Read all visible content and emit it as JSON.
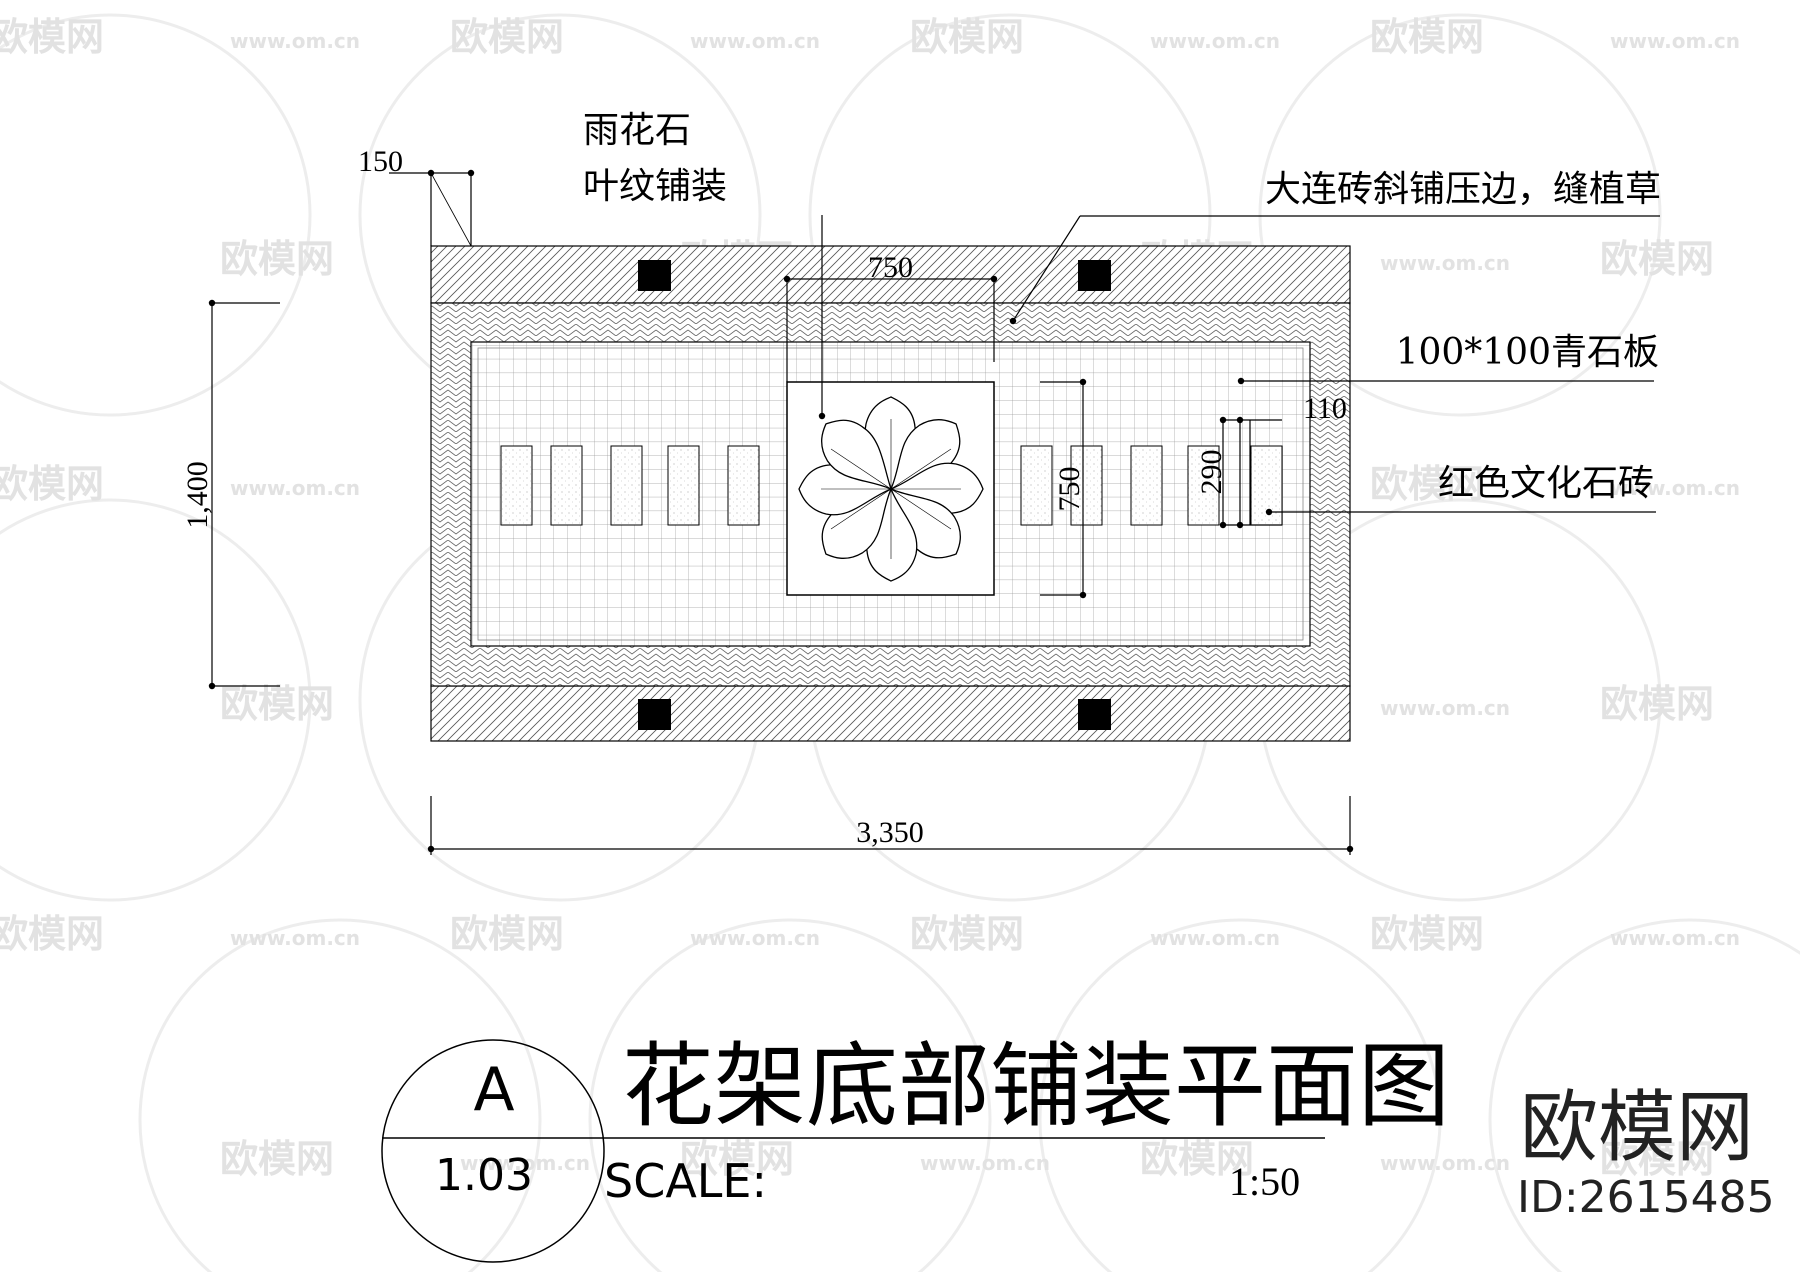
{
  "labels": {
    "rain_flower_stone": "雨花石",
    "leaf_paving": "叶纹铺装",
    "big_brick": "大连砖斜铺压边，缝植草",
    "bluestone": "100*100青石板",
    "red_stone": "红色文化石砖"
  },
  "dimensions": {
    "d150": "150",
    "d750_top": "750",
    "d750_side": "750",
    "d110": "110",
    "d290": "290",
    "d1400": "1,400",
    "d3350": "3,350"
  },
  "title_block": {
    "symbol_letter": "A",
    "sheet_ref": "1.03",
    "title": "花架底部铺装平面图",
    "scale_label": "SCALE:",
    "scale_value": "1:50"
  },
  "watermark": {
    "brand": "欧模网",
    "site": "www.om.cn",
    "id": "ID:2615485"
  }
}
